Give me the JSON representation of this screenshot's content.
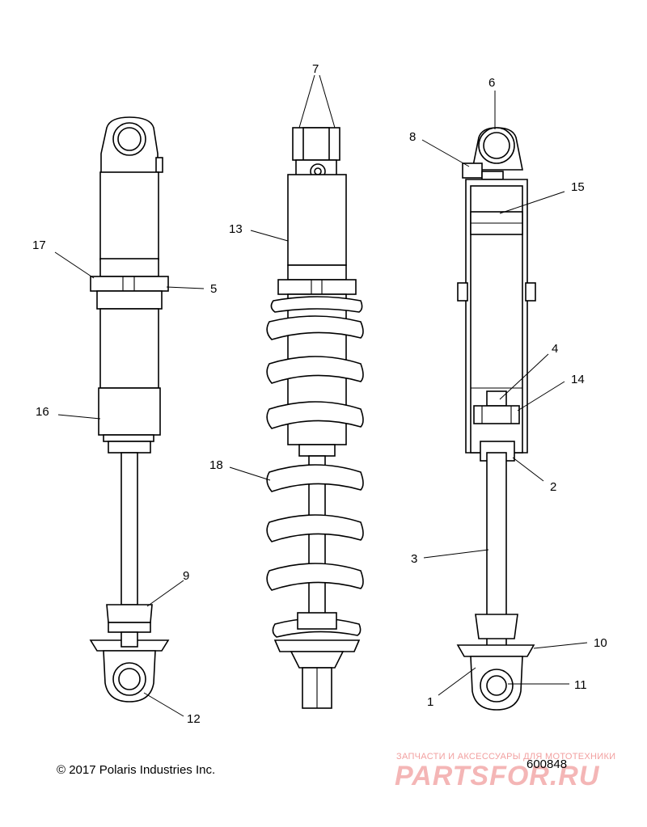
{
  "callouts": {
    "c1": "1",
    "c2": "2",
    "c3": "3",
    "c4": "4",
    "c5": "5",
    "c6": "6",
    "c7": "7",
    "c8": "8",
    "c9": "9",
    "c10": "10",
    "c11": "11",
    "c12": "12",
    "c13": "13",
    "c14": "14",
    "c15": "15",
    "c16": "16",
    "c17": "17",
    "c18": "18"
  },
  "footer": {
    "copyright": "© 2017 Polaris Industries Inc.",
    "part_number": "600848"
  },
  "watermark": {
    "tagline": "ЗАПЧАСТИ И АКСЕССУАРЫ ДЛЯ МОТОТЕХНИКИ",
    "brand": "PARTSFOR.RU"
  }
}
